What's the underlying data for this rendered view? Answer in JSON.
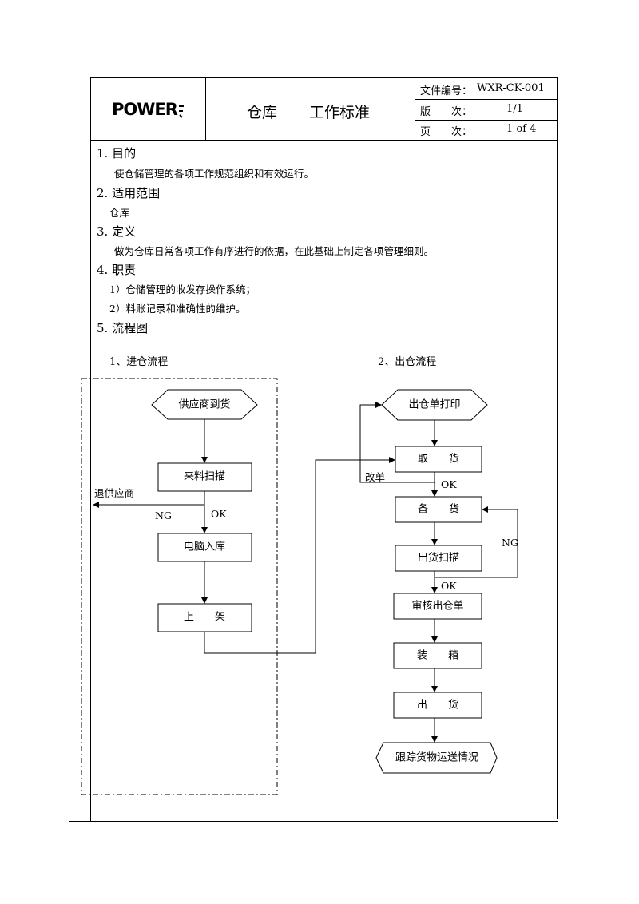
{
  "header": {
    "logo_text": "POWER",
    "title_left": "仓库",
    "title_right": "工作标准",
    "doc_no_label": "文件编号：",
    "doc_no_value": "WXR-CK-001",
    "version_label": "版　　次：",
    "version_value": "1/1",
    "page_label": "页　　次：",
    "page_value": "1 of 4"
  },
  "sections": [
    {
      "heading": "1. 目的",
      "lines": [
        "使仓储管理的各项工作规范组织和有效运行。"
      ]
    },
    {
      "heading": "2. 适用范围",
      "lines": [
        "仓库"
      ]
    },
    {
      "heading": "3. 定义",
      "lines": [
        "做为仓库日常各项工作有序进行的依据，在此基础上制定各项管理细则。"
      ]
    },
    {
      "heading": "4. 职责",
      "lines": [
        "1）仓储管理的收发存操作系统；",
        "2）料账记录和准确性的维护。"
      ]
    },
    {
      "heading": "5. 流程图",
      "lines": []
    }
  ],
  "flow_in": {
    "title": "1、进仓流程",
    "nodes": [
      "供应商到货",
      "来料扫描",
      "电脑入库",
      "上　　架"
    ],
    "reject_label": "退供应商",
    "ng_label": "NG",
    "ok_label": "OK"
  },
  "flow_out": {
    "title": "2、出仓流程",
    "nodes": [
      "出仓单打印",
      "取　　货",
      "备　　货",
      "出货扫描",
      "审核出仓单",
      "装　　箱",
      "出　　货",
      "跟踪货物运送情况"
    ],
    "change_label": "改单",
    "ok1_label": "OK",
    "ng_label": "NG",
    "ok2_label": "OK"
  }
}
